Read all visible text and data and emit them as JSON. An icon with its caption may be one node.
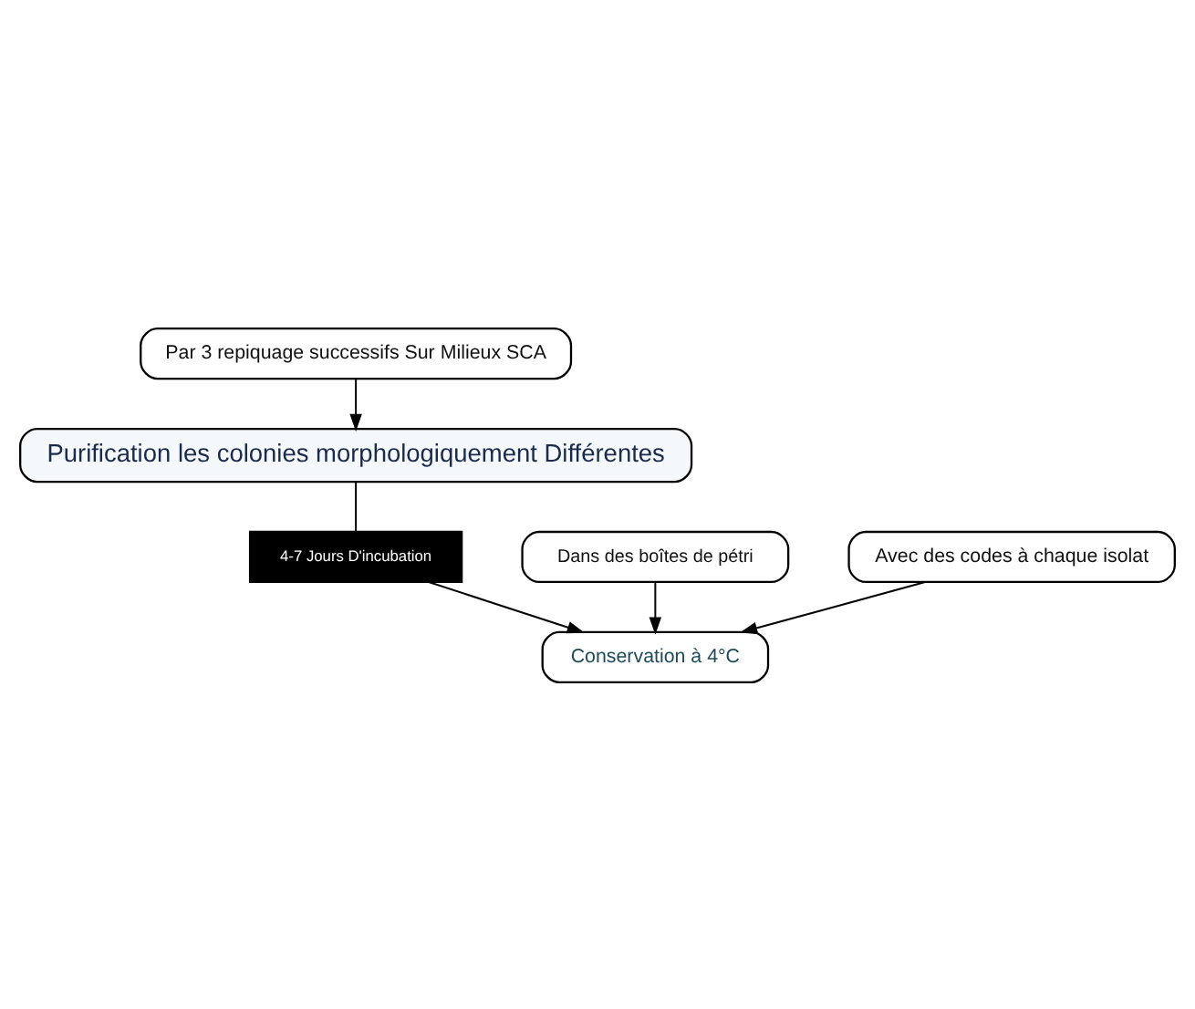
{
  "diagram": {
    "nodes": [
      {
        "text": [
          "Par 3 repiquage successifs Sur Milieux SCA"
        ]
      },
      {
        "text": [
          "Purification les colonies morphologiquement Différentes"
        ]
      },
      {
        "text": [
          "4-7 Jours D'incubation"
        ]
      },
      {
        "text": [
          "Dans des boîtes de pétri"
        ]
      },
      {
        "text": [
          "Conservation à 4°C"
        ]
      },
      {
        "text": [
          "Avec des codes à chaque isolat"
        ]
      }
    ],
    "edges": [
      {
        "from": 0,
        "to": 1,
        "arrow": "to"
      },
      {
        "from": 1,
        "to": 2,
        "arrow": "none"
      },
      {
        "from": 2,
        "to": 4,
        "arrow": "to"
      },
      {
        "from": 3,
        "to": 4,
        "arrow": "to"
      },
      {
        "from": 5,
        "to": 4,
        "arrow": "to"
      }
    ]
  }
}
